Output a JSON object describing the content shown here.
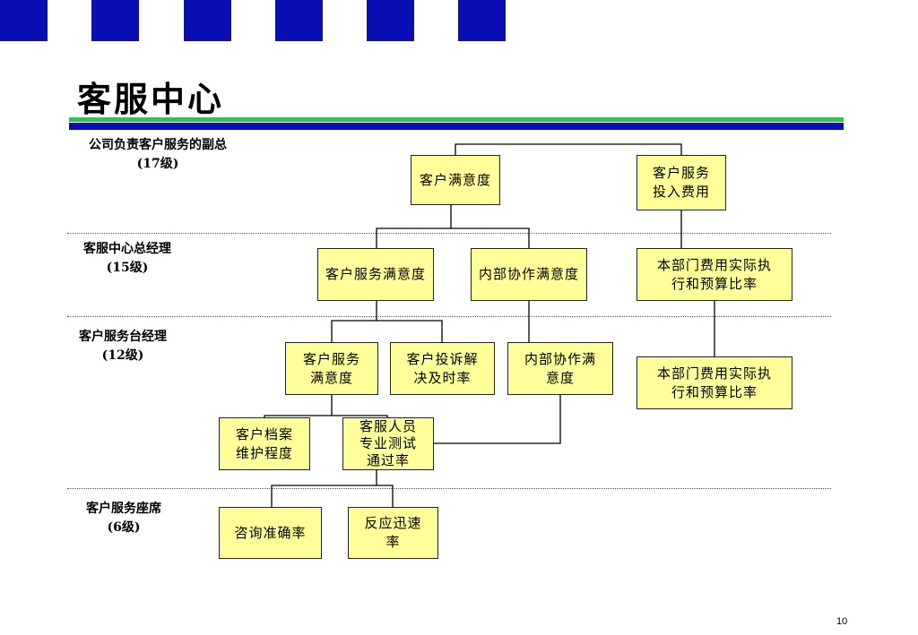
{
  "page": {
    "title": "客服中心",
    "page_number": "10",
    "colors": {
      "header_squares": "#0a0fb4",
      "rule_green": "#22cc44",
      "rule_blue": "#0a0fb4",
      "box_fill": "#ffff99"
    }
  },
  "levels": [
    {
      "role": "公司负责客户服务的副总",
      "grade": "(17级)"
    },
    {
      "role": "客服中心总经理",
      "grade": "(15级)"
    },
    {
      "role": "客户服务台经理",
      "grade": "(12级)"
    },
    {
      "role": "客户服务座席",
      "grade": "(6级)"
    }
  ],
  "boxes": {
    "top_satisfaction": "客户满意度",
    "top_cost": "客户服务\n投入费用",
    "gm_service_satisfaction": "客户服务满意度",
    "gm_internal_satisfaction": "内部协作满意度",
    "gm_budget_ratio": "本部门费用实际执\n行和预算比率",
    "mgr_service_satisfaction": "客户服务\n满意度",
    "mgr_complaint_rate": "客户投诉解\n决及时率",
    "mgr_internal_satisfaction": "内部协作满\n意度",
    "mgr_budget_ratio": "本部门费用实际执\n行和预算比率",
    "mgr_record_maintenance": "客户档案\n维护程度",
    "mgr_test_pass_rate": "客服人员\n专业测试\n通过率",
    "seat_accuracy": "咨询准确率",
    "seat_response": "反应迅速\n率"
  }
}
